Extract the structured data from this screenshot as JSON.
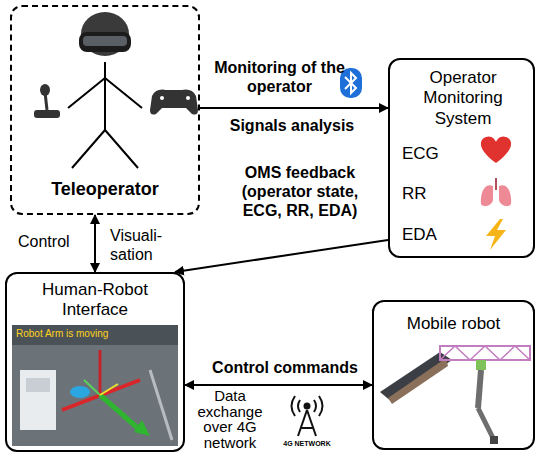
{
  "diagram": {
    "nodes": [
      {
        "text": [
          "Teleoperator"
        ]
      },
      {
        "text": [
          "Operator Monitoring System",
          "ECG",
          "RR",
          "EDA"
        ]
      },
      {
        "text": [
          "Human-Robot Interface"
        ]
      },
      {
        "text": [
          "Mobile robot"
        ]
      }
    ],
    "edges": [
      {
        "from": 0,
        "to": 1,
        "arrow": "to",
        "label": "Monitoring of the operator"
      },
      {
        "from": 1,
        "to": 2,
        "arrow": "to",
        "label": "OMS feedback (operator state, ECG, RR, EDA)"
      },
      {
        "from": 0,
        "to": 2,
        "arrow": "both",
        "label": "Control"
      },
      {
        "from": 2,
        "to": 3,
        "arrow": "both",
        "label": "Control commands"
      }
    ],
    "labels": [
      "Signals analysis",
      "Visuali- sation",
      "Data exchange over 4G network",
      "4G NETWORK",
      "Robot Arm is moving"
    ]
  }
}
